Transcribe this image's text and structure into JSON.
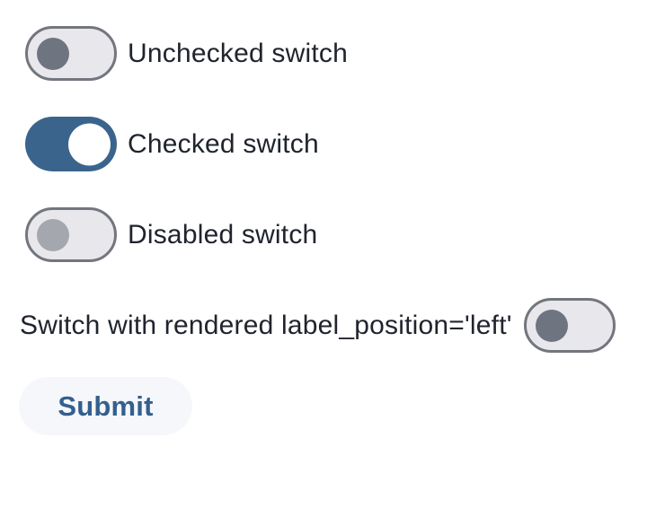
{
  "colors": {
    "accent_blue": "#3a648c",
    "text_dark": "#20242e",
    "track_gray": "#e8e8ec",
    "track_border": "#73767e",
    "knob_gray": "#6e7480",
    "knob_disabled": "#a4a7ad",
    "button_bg": "#f6f7fb",
    "button_text": "#33608d",
    "page_bg": "#ffffff"
  },
  "switches": [
    {
      "label": "Unchecked switch",
      "state": "unchecked",
      "checked": "false",
      "disabled": "false",
      "label_position": "right"
    },
    {
      "label": "Checked switch",
      "state": "checked",
      "checked": "true",
      "disabled": "false",
      "label_position": "right"
    },
    {
      "label": "Disabled switch",
      "state": "disabled-unchecked",
      "checked": "false",
      "disabled": "true",
      "label_position": "right"
    },
    {
      "label": "Switch with rendered label_position='left'",
      "state": "unchecked",
      "checked": "false",
      "disabled": "false",
      "label_position": "left"
    }
  ],
  "submit_button": {
    "label": "Submit"
  }
}
